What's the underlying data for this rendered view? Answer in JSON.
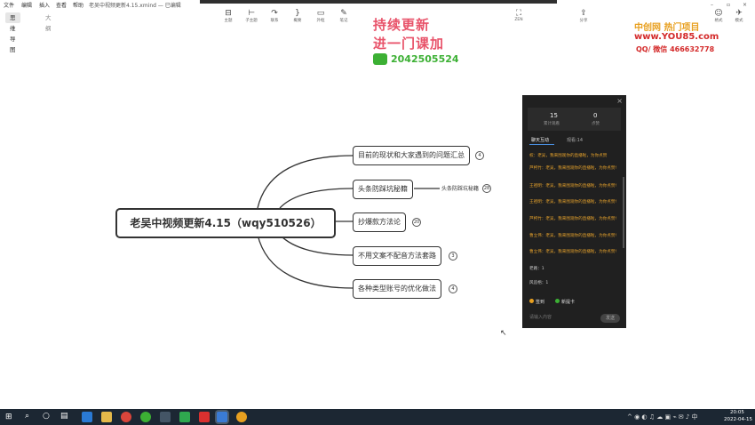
{
  "menu": {
    "items": [
      "文件",
      "编辑",
      "插入",
      "查看",
      "帮助"
    ],
    "doc_title": "老吴中视频更新4.15.xmind — 已编辑"
  },
  "mode_tabs": [
    "思维导图",
    "大纲"
  ],
  "toolbar": {
    "tools": [
      "主题",
      "子主题",
      "联系",
      "概要",
      "外框",
      "笔记"
    ],
    "zen_label": "ZEN",
    "share_label": "分享",
    "right_labels": [
      "格式",
      "模式"
    ]
  },
  "watermark": {
    "line1": "持续更新",
    "line2": "进一门课加",
    "phone": "2042505524",
    "brand": "中创网 热门项目",
    "site": "www.YOU85.com",
    "qq": "QQ/ 微信 466632778"
  },
  "mindmap": {
    "root": "老吴中视频更新4.15（wqy510526）",
    "branches": [
      {
        "label": "目前的现状和大家遇到的问题汇总",
        "badge": "4"
      },
      {
        "label": "头条防踩坑秘籍",
        "child": "头条防踩坑秘籍",
        "child_badge": "28"
      },
      {
        "label": "抄爆款方法论",
        "badge": "20"
      },
      {
        "label": "不用文案不配音方法套路",
        "badge": "3"
      },
      {
        "label": "各种类型账号的优化做法",
        "badge": "4"
      }
    ]
  },
  "chat": {
    "stats": [
      {
        "value": "15",
        "label": "累计观看"
      },
      {
        "value": "0",
        "label": "点赞"
      }
    ],
    "tabs": [
      "聊天互动",
      "观看:14"
    ],
    "messages": [
      "权：老吴，我来围观你的直播啦，为你点赞",
      "芦柯竹：老吴，我来围观你的直播啦，为你点赞!",
      "王祖明：老吴，我来围观你的直播啦，为你点赞!",
      "王祖明：老吴，我来围观你的直播啦，为你点赞!",
      "芦柯竹：老吴，我来围观你的直播啦，为你点赞!",
      "曹立伟：老吴，我来围观你的直播啦，为你点赞!",
      "曹立伟：老吴，我来围观你的直播啦，为你点赞!"
    ],
    "misc": [
      "老路：1",
      "风追梧：1"
    ],
    "actions": [
      "签到",
      "新提卡"
    ],
    "input_placeholder": "请输入内容",
    "send_label": "发送"
  },
  "taskbar": {
    "time": "20:05",
    "date": "2022-04-15"
  }
}
